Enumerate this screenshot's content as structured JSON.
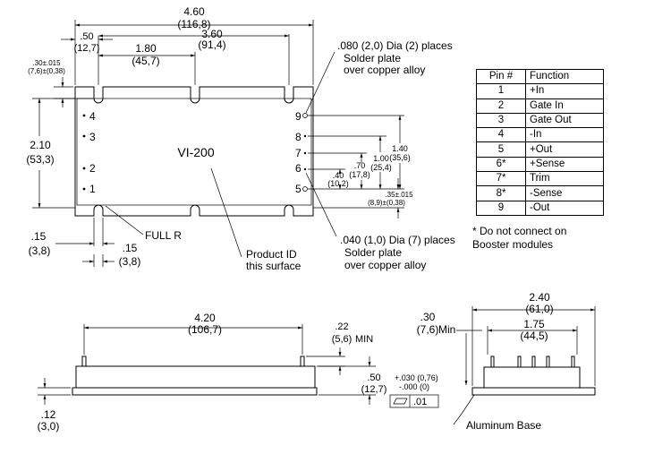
{
  "top_view": {
    "overall_width": {
      "inch": "4.60",
      "mm": "(116,8)"
    },
    "offset_first_pin": {
      "inch": ".50",
      "mm": "(12,7)"
    },
    "pin_spacing_a": {
      "inch": "1.80",
      "mm": "(45,7)"
    },
    "pin_spacing_b": {
      "inch": "3.60",
      "mm": "(91,4)"
    },
    "slot_depth": {
      "inch": ".30±.015",
      "mm": "(7,6)±(0,38)"
    },
    "height": {
      "inch": "2.10",
      "mm": "(53,3)"
    },
    "slot_width_left": {
      "inch": ".15",
      "mm": "(3,8)"
    },
    "slot_width_right": {
      "inch": ".15",
      "mm": "(3,8)"
    },
    "full_r": "FULL R",
    "product_label": "VI-200",
    "product_id_note": [
      "Product ID",
      "this surface"
    ],
    "left_pins": [
      "4",
      "3",
      "2",
      "1"
    ],
    "right_pins": [
      "9",
      "8",
      "7",
      "6",
      "5"
    ],
    "dim_140": {
      "inch": "1.40",
      "mm": "(35,6)"
    },
    "dim_100": {
      "inch": "1.00",
      "mm": "(25,4)"
    },
    "dim_070": {
      "inch": ".70",
      "mm": "(17,8)"
    },
    "dim_040": {
      "inch": ".40",
      "mm": "(10,2)"
    },
    "dim_035": {
      "inch": ".35±.015",
      "mm": "(8,9)±(0,38)"
    },
    "large_pin_note": [
      ".080 (2,0) Dia (2) places",
      "Solder plate",
      "over copper alloy"
    ],
    "small_pin_note": [
      ".040 (1,0) Dia (7) places",
      "Solder plate",
      "over copper alloy"
    ]
  },
  "pin_table": {
    "headers": [
      "Pin #",
      "Function"
    ],
    "rows": [
      [
        "1",
        "+In"
      ],
      [
        "2",
        "Gate In"
      ],
      [
        "3",
        "Gate Out"
      ],
      [
        "4",
        "-In"
      ],
      [
        "5",
        "+Out"
      ],
      [
        "6*",
        "+Sense"
      ],
      [
        "7*",
        "Trim"
      ],
      [
        "8*",
        "-Sense"
      ],
      [
        "9",
        "-Out"
      ]
    ],
    "note": [
      "* Do not connect on",
      "Booster modules"
    ]
  },
  "side_view": {
    "length": {
      "inch": "4.20",
      "mm": "(106,7)"
    },
    "pin_min": {
      "inch": ".22",
      "mm": "(5,6)",
      "suffix": "MIN"
    },
    "body_height": {
      "inch": ".50",
      "mm": "(12,7)"
    },
    "tolerance": [
      "+.030 (0,76)",
      "-.000 (0)"
    ],
    "flatness_value": ".01",
    "base_height": {
      "inch": ".12",
      "mm": "(3,0)"
    }
  },
  "end_view": {
    "width": {
      "inch": "2.40",
      "mm": "(61,0)"
    },
    "pin_span": {
      "inch": "1.75",
      "mm": "(44,5)"
    },
    "pin_length_min": {
      "inch": ".30",
      "mm": "(7,6)",
      "suffix": "Min"
    },
    "base_label": "Aluminum Base"
  }
}
